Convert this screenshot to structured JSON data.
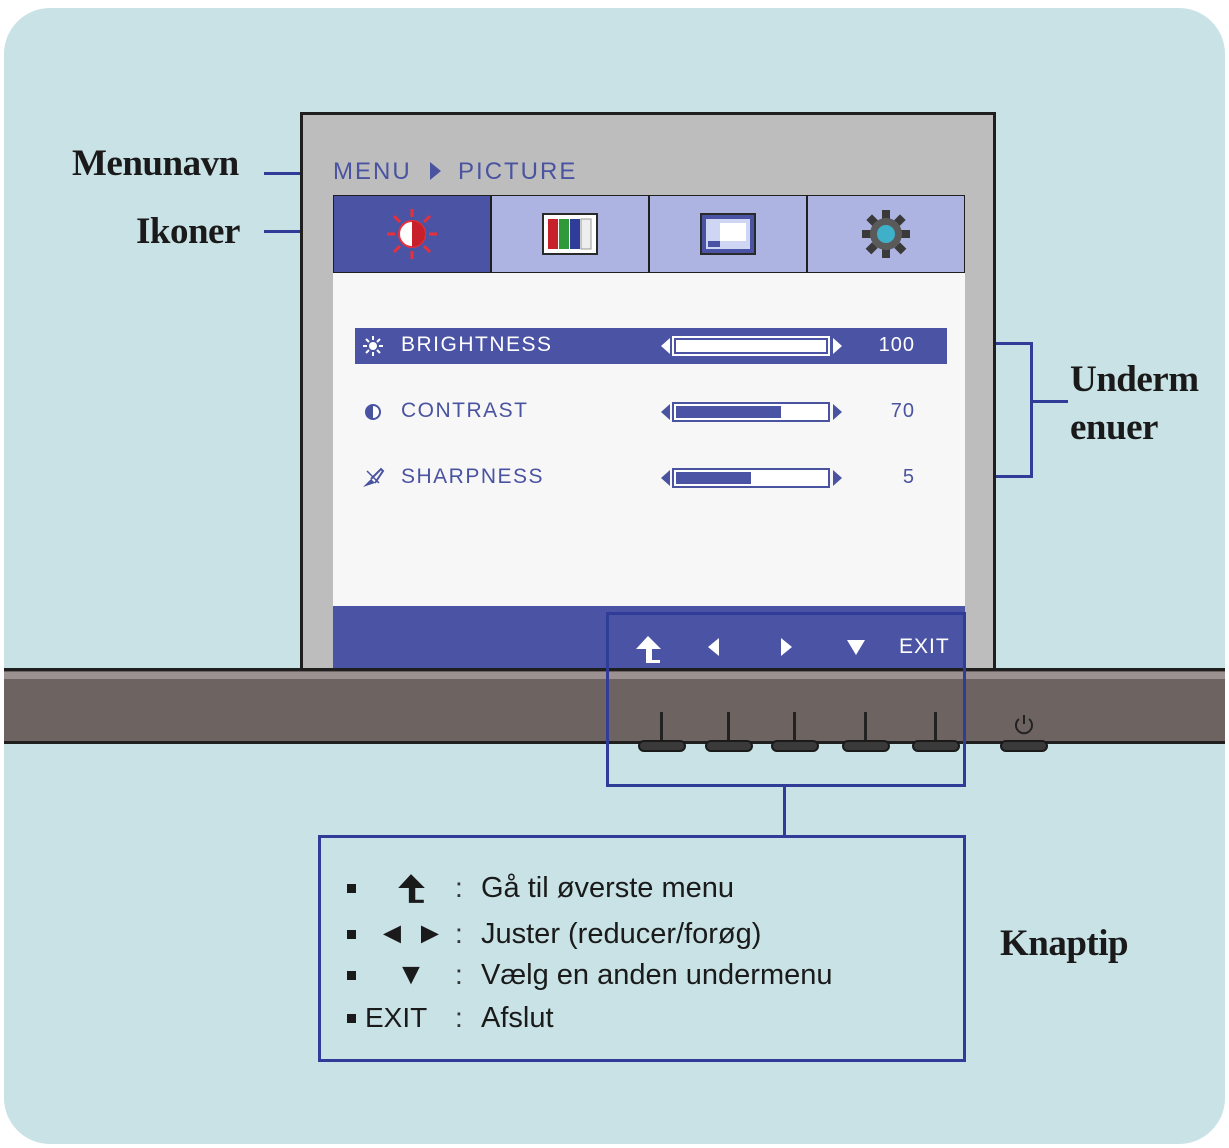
{
  "callouts": {
    "menu_name": "Menunavn",
    "icons": "Ikoner",
    "submenus_line1": "Underm",
    "submenus_line2": "enuer",
    "button_tips": "Knaptip"
  },
  "osd": {
    "breadcrumb_root": "MENU",
    "breadcrumb_current": "PICTURE",
    "tabs": [
      {
        "icon": "brightness-sun-icon",
        "active": true
      },
      {
        "icon": "color-bars-icon",
        "active": false
      },
      {
        "icon": "display-position-icon",
        "active": false
      },
      {
        "icon": "settings-gear-icon",
        "active": false
      }
    ],
    "items": [
      {
        "label": "BRIGHTNESS",
        "value": "100",
        "level": 100,
        "icon": "sun-icon",
        "selected": true
      },
      {
        "label": "CONTRAST",
        "value": "70",
        "level": 70,
        "icon": "contrast-icon",
        "selected": false
      },
      {
        "label": "SHARPNESS",
        "value": "5",
        "level": 50,
        "icon": "sharpness-icon",
        "selected": false
      }
    ],
    "button_bar": {
      "exit_label": "EXIT"
    }
  },
  "legend": {
    "rows": [
      {
        "symbol": "",
        "text": "Gå til øverste menu"
      },
      {
        "symbol": "◄ ►",
        "text": "Juster (reducer/forøg)"
      },
      {
        "symbol": "▼",
        "text": "Vælg en anden undermenu"
      },
      {
        "symbol": "EXIT",
        "text": "Afslut"
      }
    ]
  },
  "colors": {
    "background_panel": "#c8e2e6",
    "osd_accent": "#4b53a5",
    "callout_lines": "#2f3d99",
    "bezel": "#6d6462"
  }
}
